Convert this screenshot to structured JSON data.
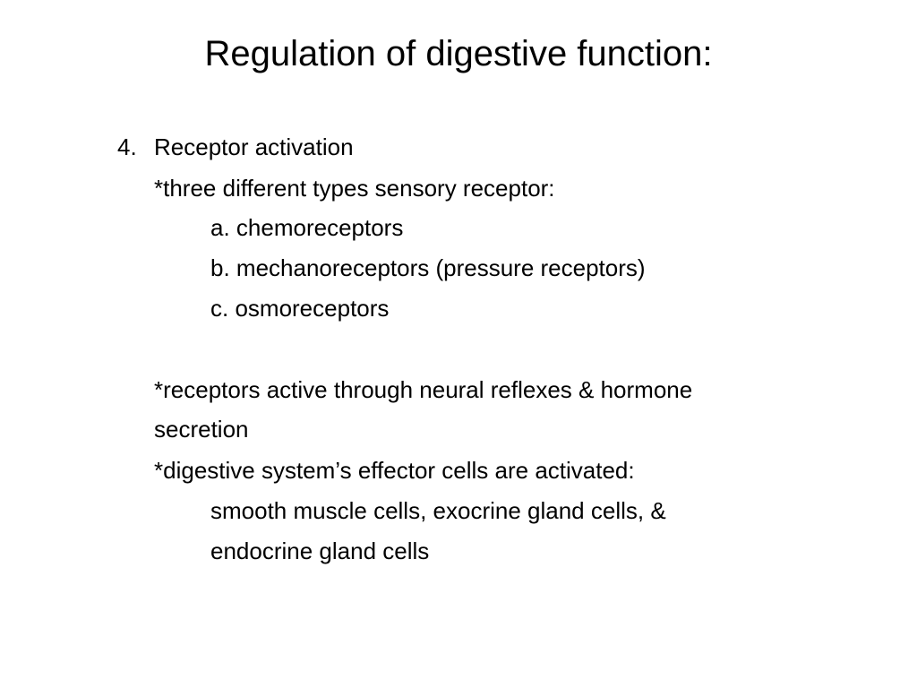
{
  "slide": {
    "title": "Regulation of digestive function:",
    "item_number": "4.",
    "item_heading": "Receptor activation",
    "types_intro": "*three different types sensory receptor:",
    "types": [
      "a. chemoreceptors",
      "b. mechanoreceptors (pressure receptors)",
      "c. osmoreceptors"
    ],
    "receptors_active_line1": "*receptors active through neural reflexes & hormone",
    "receptors_active_line2": " secretion",
    "effector_intro": "*digestive system’s effector cells are activated:",
    "effector_line1": "smooth muscle cells, exocrine gland cells, &",
    "effector_line2": "endocrine gland cells"
  }
}
